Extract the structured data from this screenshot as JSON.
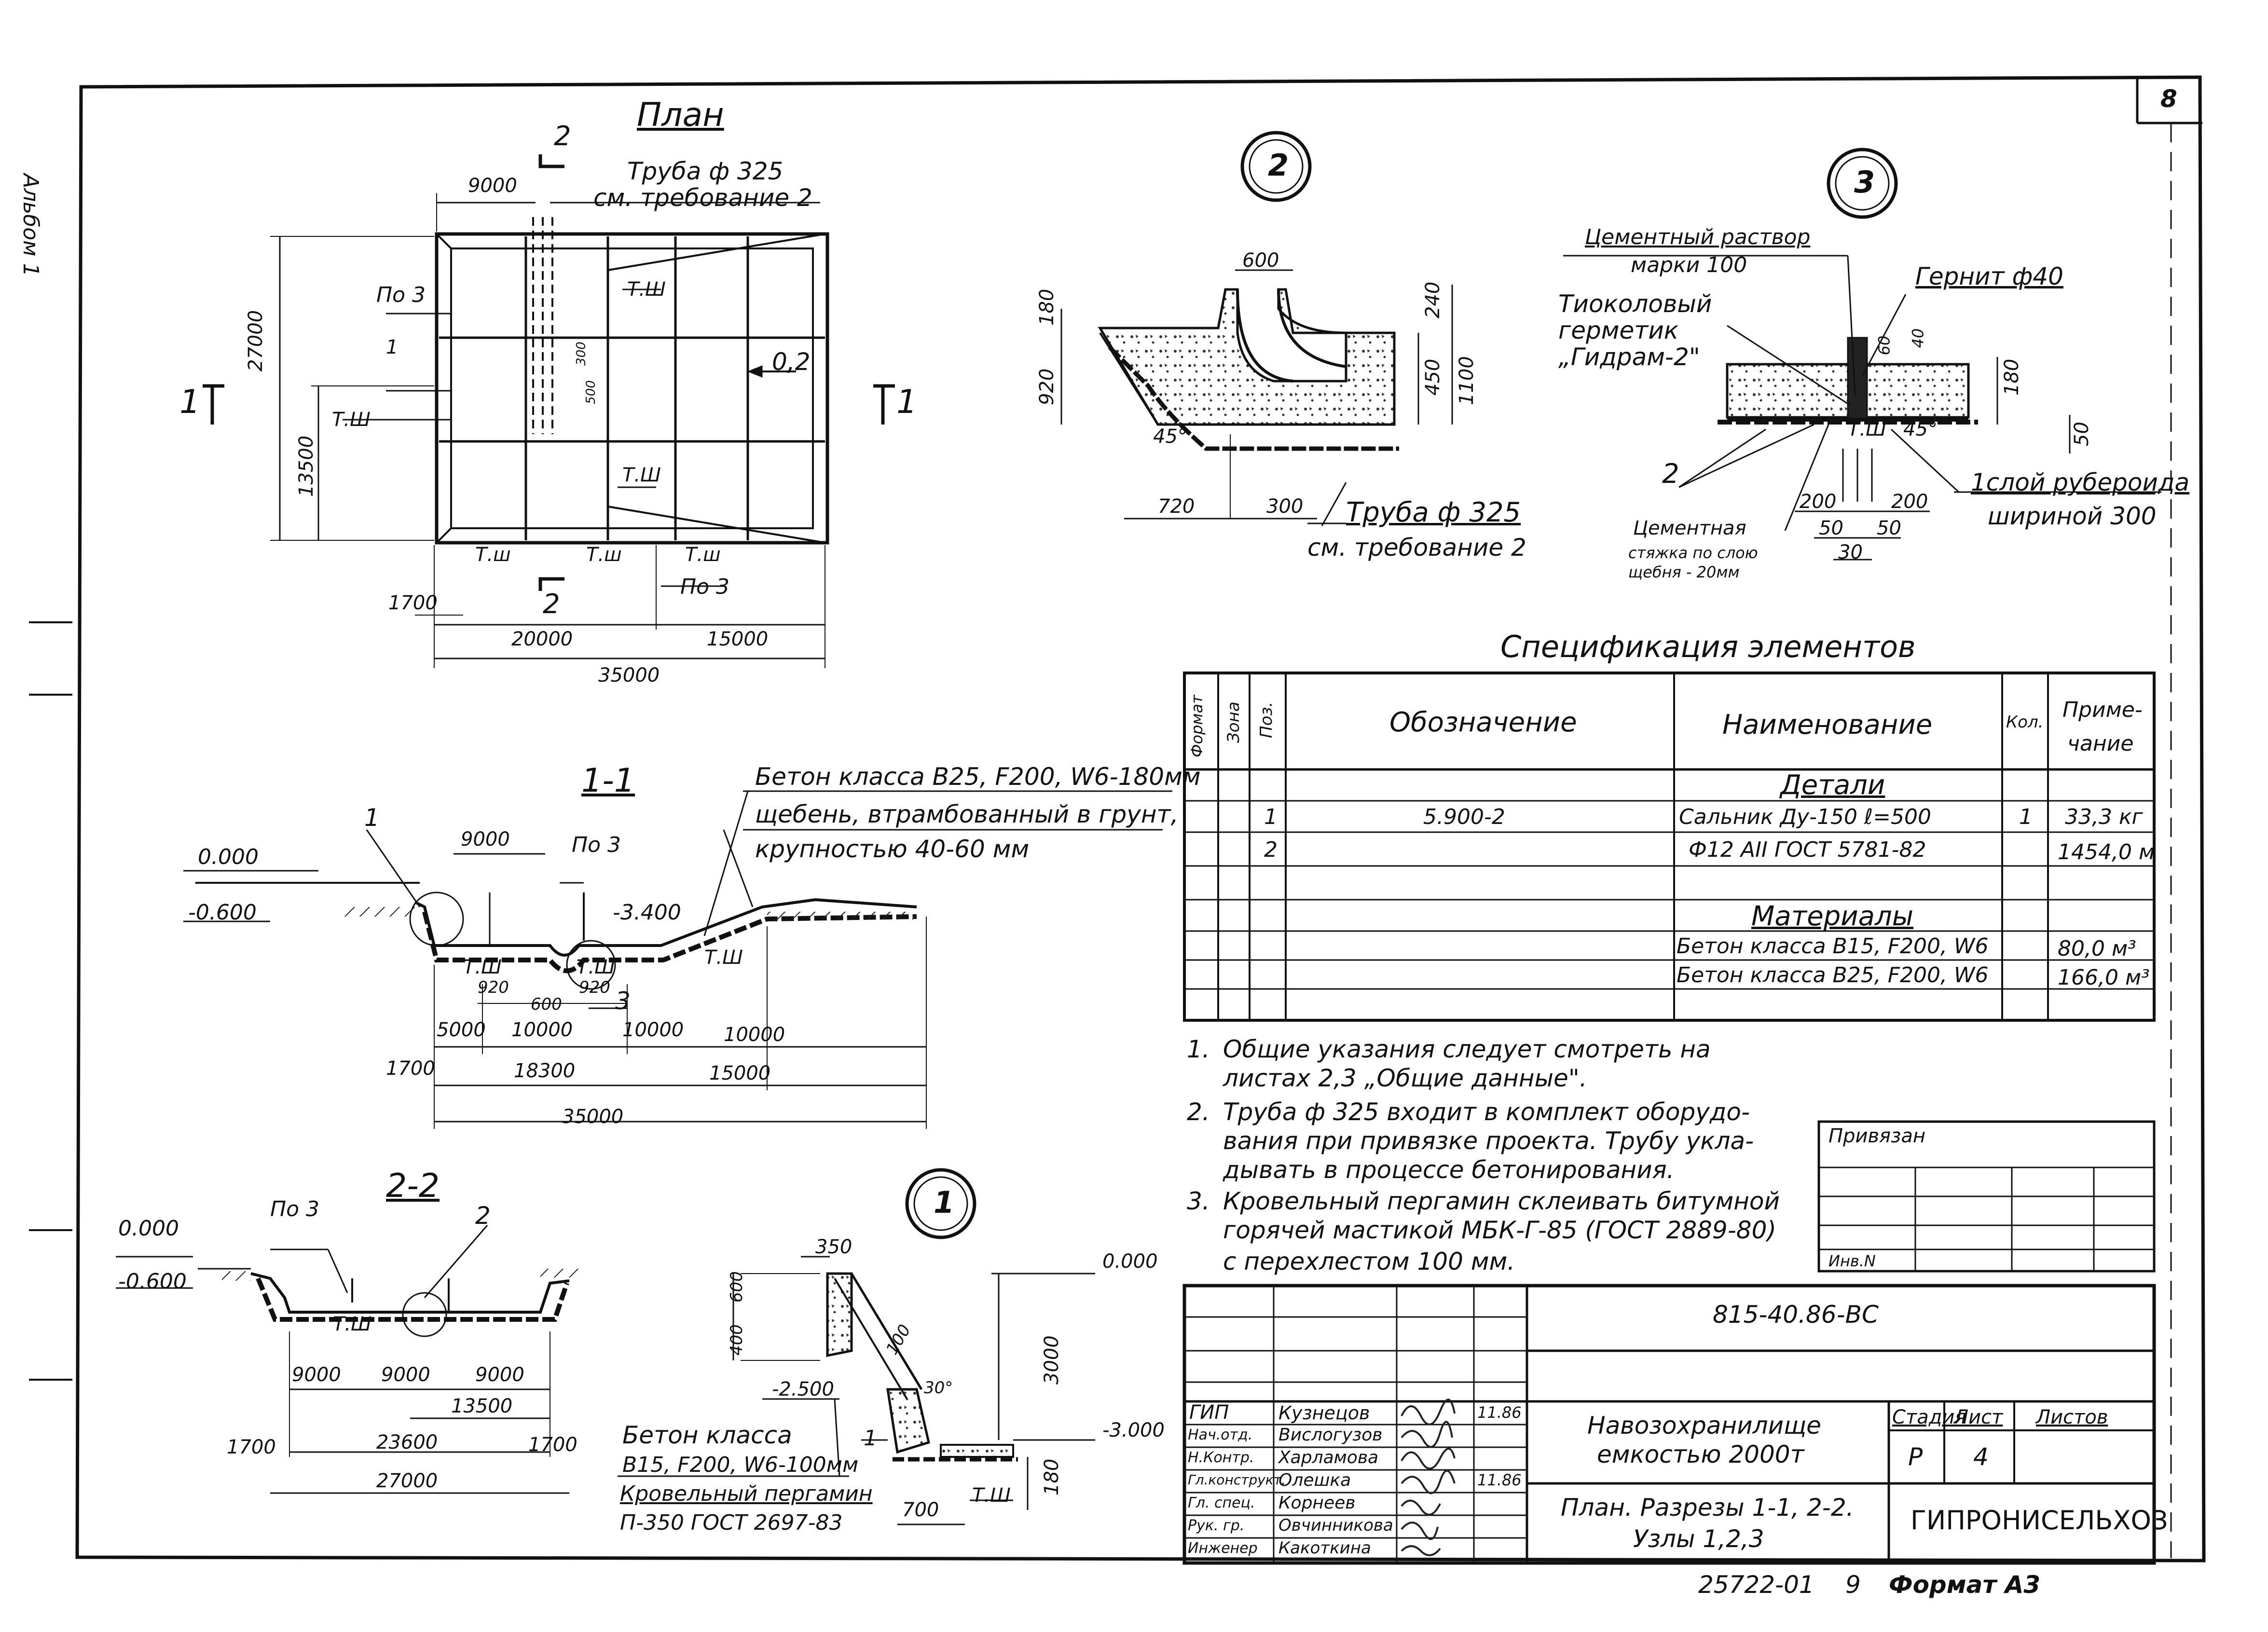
{
  "sheet": {
    "sheet_number": "8",
    "vertical_label": "Альбом 1",
    "inventory": "25722-01",
    "inventory_page": "9",
    "format": "Формат А3"
  },
  "plan": {
    "title": "План",
    "section_mark_2": "2",
    "section_mark_1": "1",
    "pipe_label": "Труба ф 325",
    "pipe_note": "см. требование 2",
    "pos3": "По 3",
    "pos1": "1",
    "tsh": "Т.Ш",
    "tsh_lower": "Т.ш",
    "slope": "0,2",
    "dims": {
      "d9000": "9000",
      "d27000": "27000",
      "d13500": "13500",
      "d1700": "1700",
      "d20000": "20000",
      "d15000": "15000",
      "d35000": "35000",
      "d300": "300",
      "d500": "500"
    }
  },
  "node2": {
    "number": "2",
    "pipe_label": "Труба ф 325",
    "pipe_note": "см. требование 2",
    "dims": {
      "d600": "600",
      "d180": "180",
      "d920": "920",
      "d240": "240",
      "d450": "450",
      "d1100": "1100",
      "d720": "720",
      "d300": "300",
      "angle": "45°"
    }
  },
  "node3": {
    "number": "3",
    "mortar": "Цементный раствор",
    "mortar_grade": "марки 100",
    "gernit": "Гернит ф40",
    "sealant_1": "Тиоколовый",
    "sealant_2": "герметик",
    "sealant_3": "„Гидрам-2\"",
    "pos2": "2",
    "roofing": "1слой рубероида",
    "roofing_width": "шириной 300",
    "screed_1": "Цементная",
    "screed_2": "стяжка по слою",
    "screed_3": "щебня - 20мм",
    "tsh": "Т.Ш",
    "dims": {
      "d60": "60",
      "d40": "40",
      "d180": "180",
      "d50": "50",
      "d200a": "200",
      "d200b": "200",
      "d50a": "50",
      "d50b": "50",
      "d30": "30",
      "angle": "45°"
    }
  },
  "section11": {
    "title": "1-1",
    "concrete_1": "Бетон класса В25, F200, W6-180мм",
    "concrete_2": "щебень, втрамбованный в грунт,",
    "concrete_3": "крупностью 40-60 мм",
    "level0": "0.000",
    "level_m06": "-0.600",
    "level_m34": "-3.400",
    "pos1": "1",
    "pos3": "По 3",
    "node3": "3",
    "tsh": "Т.Ш",
    "dims": {
      "d9000": "9000",
      "d920a": "920",
      "d600": "600",
      "d920b": "920",
      "d5000": "5000",
      "d10000a": "10000",
      "d10000b": "10000",
      "d10000c": "10000",
      "d1700": "1700",
      "d18300": "18300",
      "d15000": "15000",
      "d35000": "35000"
    }
  },
  "section22": {
    "title": "2-2",
    "pos3": "По 3",
    "pos2": "2",
    "level0": "0.000",
    "level_m06": "-0.600",
    "tsh": "Т.Ш",
    "dims": {
      "d9000a": "9000",
      "d9000b": "9000",
      "d9000c": "9000",
      "d13500": "13500",
      "d1700a": "1700",
      "d23600": "23600",
      "d1700b": "1700",
      "d27000": "27000"
    }
  },
  "node1": {
    "number": "1",
    "level0": "0.000",
    "level_m25": "-2.500",
    "level_m30": "-3.000",
    "concrete_1": "Бетон класса",
    "concrete_2": "В15, F200, W6-100мм",
    "roofing_1": "Кровельный пергамин",
    "roofing_2": "П-350 ГОСТ 2697-83",
    "pos1": "1",
    "tsh": "Т.Ш",
    "dims": {
      "d350": "350",
      "d600": "600",
      "d400": "400",
      "d100": "100",
      "angle": "30°",
      "d3000": "3000",
      "d180": "180",
      "d700": "700"
    }
  },
  "spec": {
    "title": "Спецификация элементов",
    "headers": {
      "format": "Формат",
      "zone": "Зона",
      "pos": "Поз.",
      "designation": "Обозначение",
      "name": "Наименование",
      "qty": "Кол.",
      "note_1": "Приме-",
      "note_2": "чание"
    },
    "section_details": "Детали",
    "section_materials": "Материалы",
    "rows": [
      {
        "pos": "1",
        "designation": "5.900-2",
        "name": "Сальник Ду-150  ℓ=500",
        "qty": "1",
        "note": "33,3 кг"
      },
      {
        "pos": "2",
        "designation": "",
        "name": "Ф12 АII  ГОСТ 5781-82",
        "qty": "",
        "note": "1454,0 м"
      },
      {
        "pos": "",
        "designation": "",
        "name": "Бетон класса В15, F200, W6",
        "qty": "",
        "note": "80,0 м³"
      },
      {
        "pos": "",
        "designation": "",
        "name": "Бетон класса В25, F200, W6",
        "qty": "",
        "note": "166,0 м³"
      }
    ]
  },
  "notes": [
    {
      "n": "1.",
      "l1": "Общие указания следует смотреть на",
      "l2": "листах 2,3 „Общие данные\"."
    },
    {
      "n": "2.",
      "l1": "Труба ф 325 входит в комплект оборудо-",
      "l2": "вания при привязке проекта. Трубу укла-",
      "l3": "дывать в процессе бетонирования."
    },
    {
      "n": "3.",
      "l1": "Кровельный пергамин склеивать битумной",
      "l2": "горячей мастикой МБК-Г-85 (ГОСТ 2889-80)",
      "l3": "с перехлестом 100 мм."
    }
  ],
  "binding": {
    "label": "Привязан",
    "inv": "Инв.N"
  },
  "title_block": {
    "code": "815-40.86-ВС",
    "roles": [
      "ГИП",
      "Нач.отд.",
      "Н.Контр.",
      "Гл.конструкт.",
      "Гл. спец.",
      "Рук. гр.",
      "Инженер"
    ],
    "names": [
      "Кузнецов",
      "Вислогузов",
      "Харламова",
      "Олешка",
      "Корнеев",
      "Овчинникова",
      "Какоткина"
    ],
    "date_a": "11.86",
    "date_b": "11.86",
    "object_1": "Навозохранилище",
    "object_2": "емкостью 2000т",
    "stage_h": "Стадия",
    "sheet_h": "Лист",
    "sheets_h": "Листов",
    "stage": "Р",
    "sheet": "4",
    "drawing_1": "План. Разрезы 1-1, 2-2.",
    "drawing_2": "Узлы 1,2,3",
    "org": "ГИПРОНИСЕЛЬХОЗ"
  }
}
